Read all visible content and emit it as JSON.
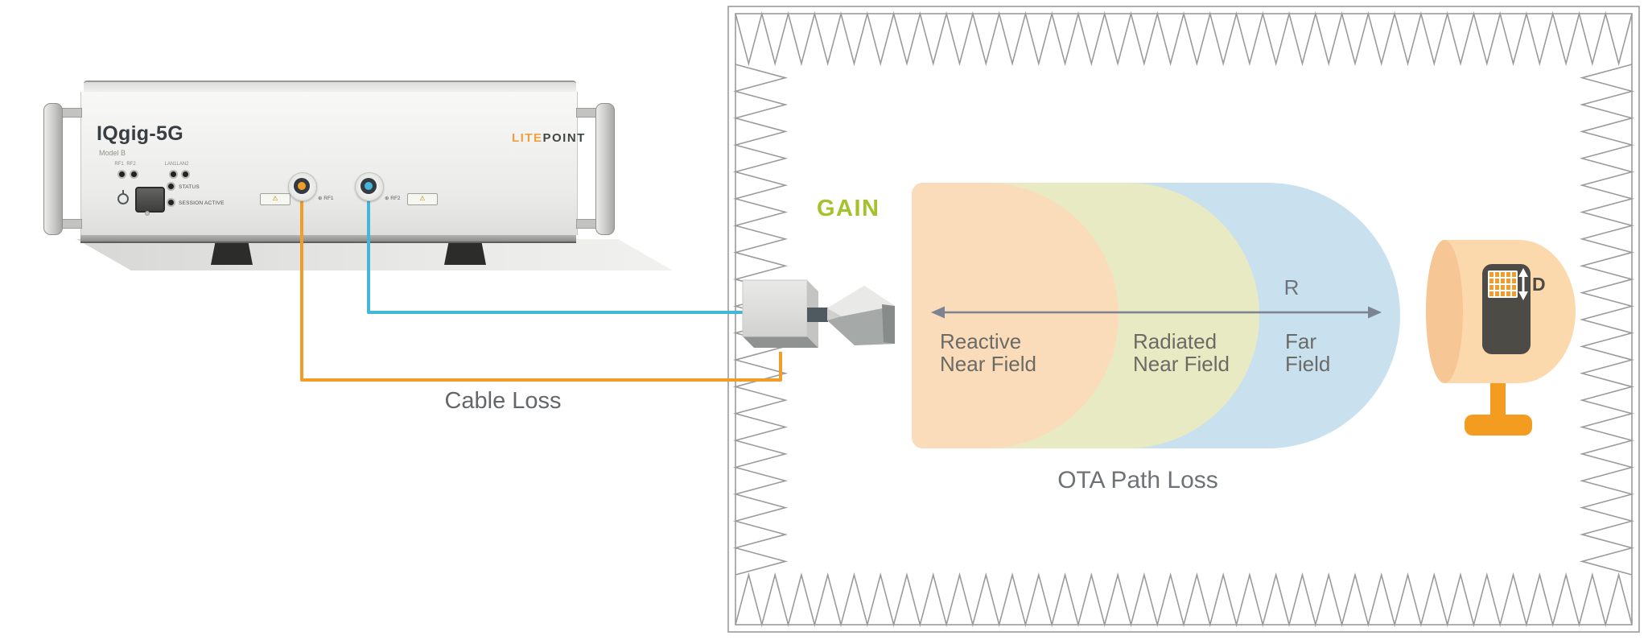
{
  "instrument": {
    "model": "IQgig-5G",
    "variant": "Model B",
    "brand": {
      "prefix": "LITE",
      "suffix": "POINT"
    },
    "led_labels": [
      "RF1",
      "RF2",
      "LAN1",
      "LAN2"
    ],
    "status_leds": [
      "STATUS",
      "SESSION ACTIVE"
    ],
    "warning_symbol": "⚠",
    "ports": [
      {
        "label": "RF1",
        "symbol": "⊕",
        "color": "#f29d2a"
      },
      {
        "label": "RF2",
        "symbol": "⊕",
        "color": "#44b6d9"
      }
    ]
  },
  "cables": {
    "label": "Cable Loss",
    "orange": "#f29d2a",
    "blue": "#44b6d9"
  },
  "chamber": {
    "gain_label": "GAIN",
    "path_loss_label": "OTA Path Loss",
    "range_label": "R",
    "aperture_label": "D",
    "fields": [
      {
        "line1": "Reactive",
        "line2": "Near Field",
        "color": "#fbdcba"
      },
      {
        "line1": "Radiated",
        "line2": "Near Field",
        "color": "#e7eac2"
      },
      {
        "line1": "Far",
        "line2": "Field",
        "color": "#c9e0ef"
      }
    ],
    "antenna_grid": {
      "rows": 4,
      "cols": 5
    }
  },
  "colors": {
    "gain_green": "#a4c22c",
    "diagram_text_gray": "#6b6b66",
    "arrow_gray": "#7b8490",
    "wall_gray": "#9b9b9b",
    "dut_body": "#fcd9ad",
    "dut_stand": "#f39c1f",
    "dut_device": "#4c4b45",
    "brand_orange": "#f0a03a",
    "brand_dark": "#3f4745"
  }
}
